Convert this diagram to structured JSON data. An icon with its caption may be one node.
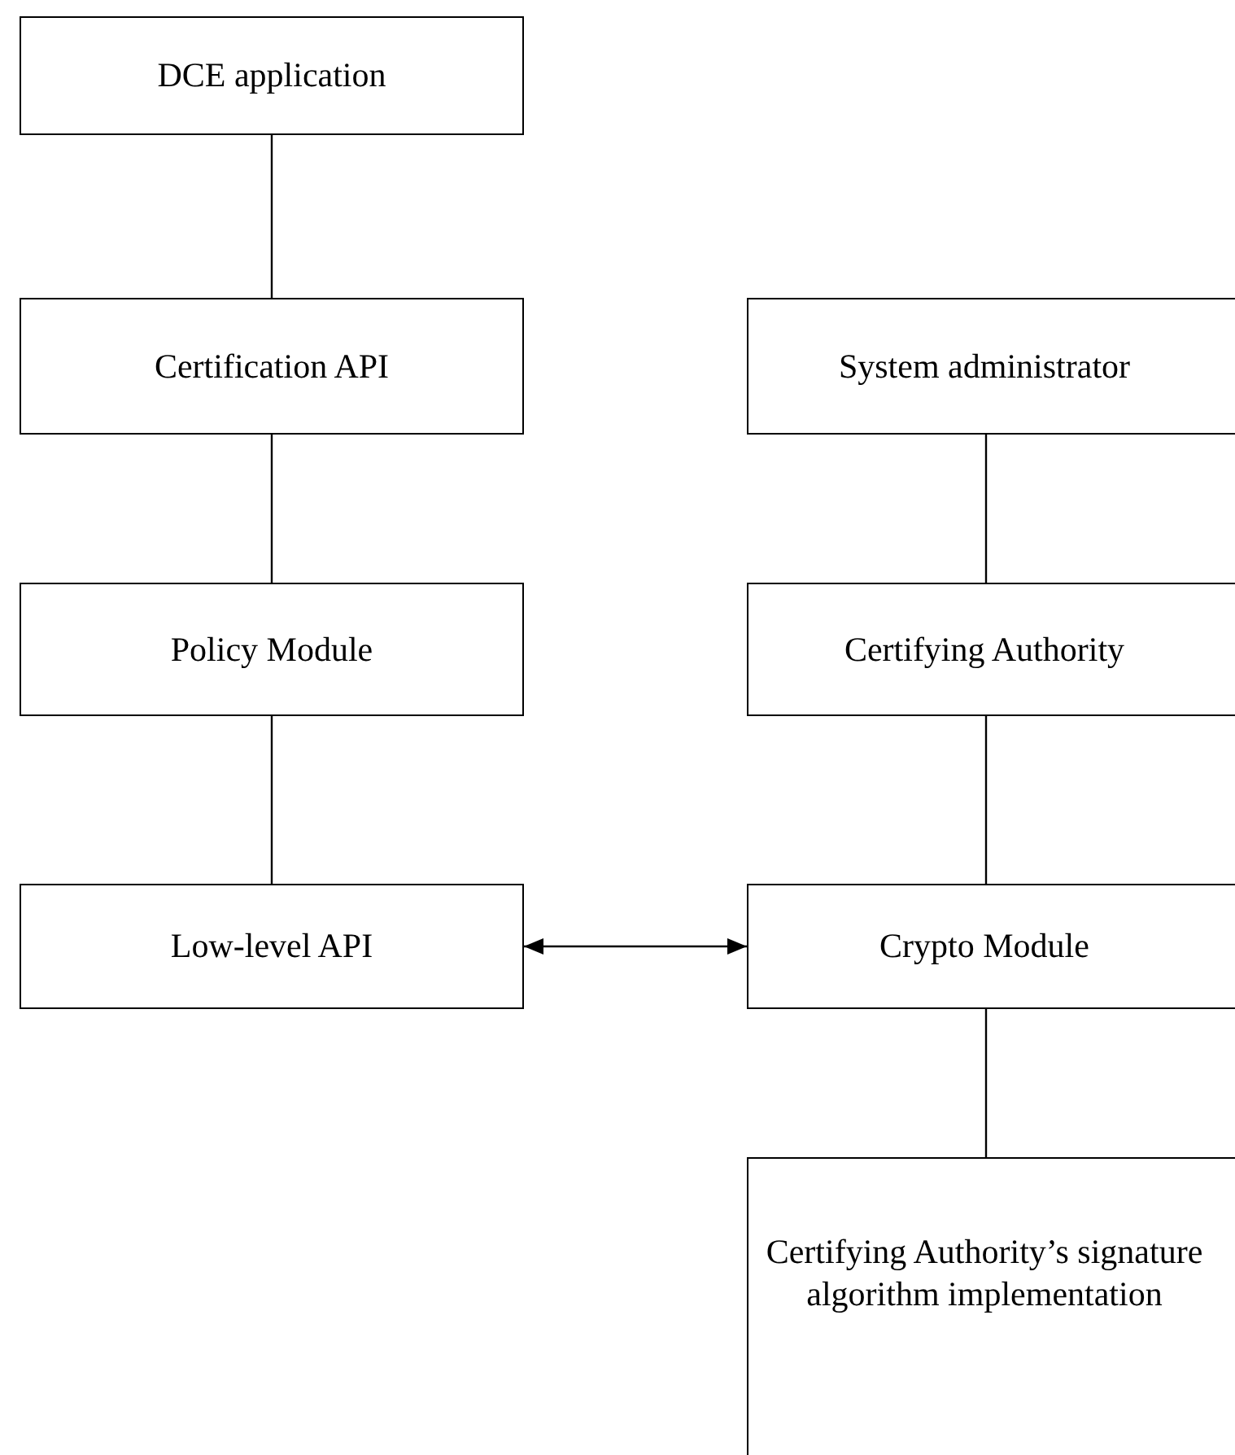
{
  "diagram": {
    "nodes": [
      {
        "text": [
          "DCE application"
        ]
      },
      {
        "text": [
          "Certification API"
        ]
      },
      {
        "text": [
          "System administrator"
        ]
      },
      {
        "text": [
          "Policy Module"
        ]
      },
      {
        "text": [
          "Certifying Authority"
        ]
      },
      {
        "text": [
          "Low-level API"
        ]
      },
      {
        "text": [
          "Crypto Module"
        ]
      },
      {
        "text": [
          "Certifying Authority’s signature algorithm implementation"
        ]
      }
    ],
    "edges": [
      {
        "from": 0,
        "to": 1,
        "arrow": "none"
      },
      {
        "from": 1,
        "to": 3,
        "arrow": "none"
      },
      {
        "from": 3,
        "to": 5,
        "arrow": "none"
      },
      {
        "from": 2,
        "to": 4,
        "arrow": "none"
      },
      {
        "from": 4,
        "to": 6,
        "arrow": "none"
      },
      {
        "from": 5,
        "to": 6,
        "arrow": "both"
      },
      {
        "from": 6,
        "to": 7,
        "arrow": "none"
      }
    ]
  }
}
